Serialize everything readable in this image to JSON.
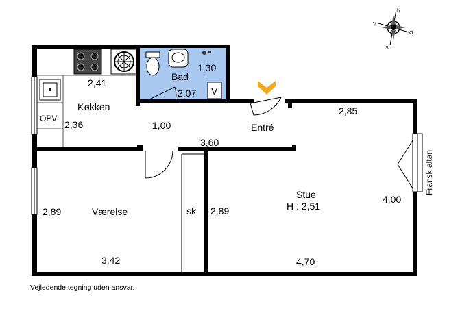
{
  "compass": {
    "north": "N",
    "south": "S",
    "east": "Ø",
    "west": "V"
  },
  "rooms": {
    "bad": {
      "name": "Bad",
      "dim_a": "1,30",
      "dim_b": "2,07",
      "fixture": "V"
    },
    "kokken": {
      "name": "Køkken",
      "dim_top": "2,41",
      "dim_left": "2,36",
      "fixture": "OPV"
    },
    "entre": {
      "name": "Entré",
      "dim_a": "1,00",
      "dim_b": "3,60"
    },
    "stue": {
      "name": "Stue",
      "height": "H : 2,51",
      "dim_top": "2,85",
      "dim_right": "4,00",
      "dim_bottom": "4,70",
      "dim_left": "2,89"
    },
    "vaerelse": {
      "name": "Værelse",
      "dim_left": "2,89",
      "dim_bottom": "3,42"
    },
    "skab": {
      "name": "sk"
    },
    "altan": {
      "name": "Fransk altan"
    }
  },
  "colors": {
    "bathroom": "#a8c8ef",
    "entry_marker": "#f0a81c",
    "walls": "#000000"
  },
  "footer": {
    "disclaimer": "Vejledende tegning uden ansvar."
  }
}
